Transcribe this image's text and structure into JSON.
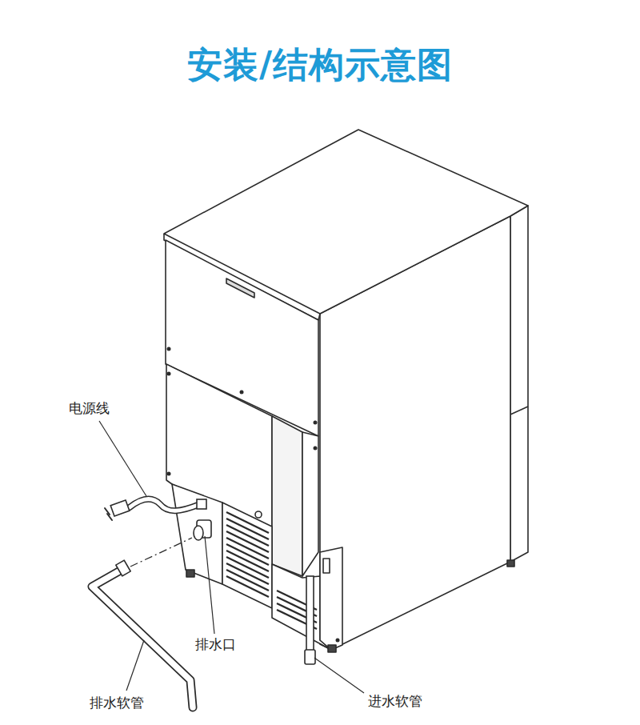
{
  "diagram": {
    "title": "安装/结构示意图",
    "labels": [
      "电源线",
      "排水口",
      "排水软管",
      "进水软管"
    ]
  }
}
